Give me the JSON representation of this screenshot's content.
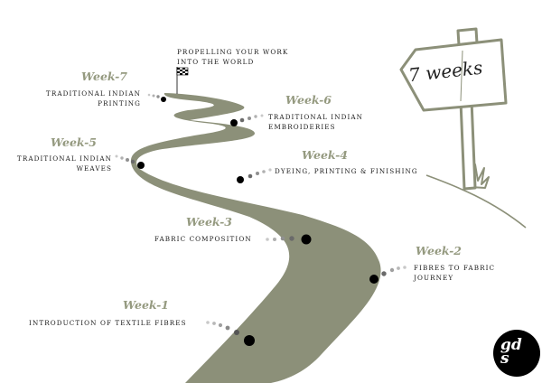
{
  "colors": {
    "road": "#8c9079",
    "accent": "#959a80",
    "ink": "#1a1a1a",
    "sign_stroke": "#8c9079"
  },
  "goal": {
    "line1": "PROPELLING YOUR WORK",
    "line2": "INTO THE WORLD",
    "icon": "checkered-flag-icon"
  },
  "sign": {
    "text": "7 weeks",
    "icon": "signpost-icon"
  },
  "weeks": [
    {
      "label": "Week-1",
      "line1": "INTRODUCTION OF TEXTILE FIBRES",
      "line2": ""
    },
    {
      "label": "Week-2",
      "line1": "FIBRES TO FABRIC",
      "line2": "JOURNEY"
    },
    {
      "label": "Week-3",
      "line1": "FABRIC COMPOSITION",
      "line2": ""
    },
    {
      "label": "Week-4",
      "line1": "DYEING, PRINTING & FINISHING",
      "line2": ""
    },
    {
      "label": "Week-5",
      "line1": "TRADITIONAL INDIAN",
      "line2": "WEAVES"
    },
    {
      "label": "Week-6",
      "line1": "TRADITIONAL INDIAN",
      "line2": "EMBROIDERIES"
    },
    {
      "label": "Week-7",
      "line1": "TRADITIONAL INDIAN",
      "line2": "PRINTING"
    }
  ],
  "logo": {
    "line1": "gd",
    "line2": "s"
  }
}
